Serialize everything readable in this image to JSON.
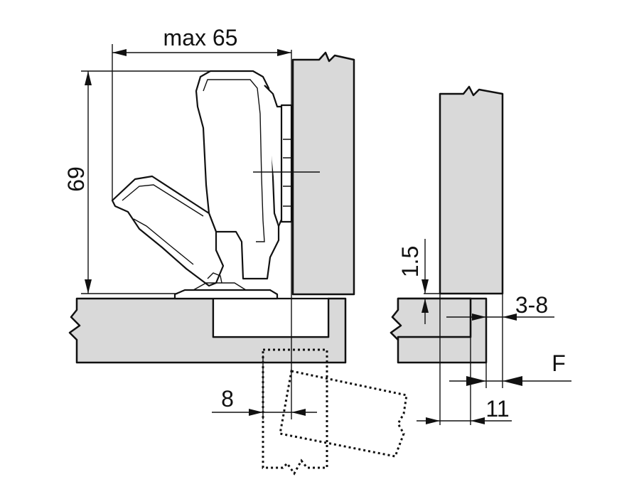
{
  "dimensions": {
    "max_width": "max 65",
    "height": "69",
    "overlay_8": "8",
    "gap_1_5": "1.5",
    "range_3_8": "3-8",
    "dim_11": "11",
    "force_label": "F"
  },
  "colors": {
    "panel_fill": "#d9d9d9",
    "line": "#111111"
  }
}
